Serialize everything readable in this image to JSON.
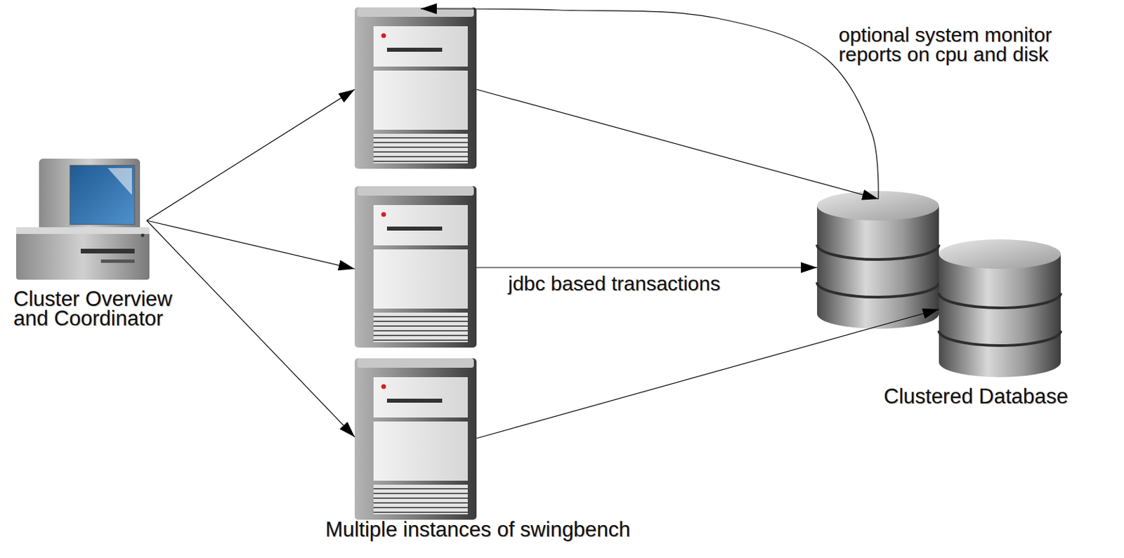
{
  "diagram": {
    "nodes": [
      {
        "text": [
          "Cluster Overview and Coordinator"
        ]
      },
      {
        "text": [
          "Multiple instances of swingbench"
        ]
      },
      {
        "text": [
          "Clustered Database"
        ]
      }
    ],
    "edges": [
      {
        "from": 0,
        "to": 1,
        "arrow": "to"
      },
      {
        "from": 0,
        "to": 1,
        "arrow": "to"
      },
      {
        "from": 0,
        "to": 1,
        "arrow": "to"
      },
      {
        "from": 1,
        "to": 2,
        "arrow": "to"
      },
      {
        "from": 1,
        "to": 2,
        "label": "jdbc based transactions",
        "arrow": "to"
      },
      {
        "from": 1,
        "to": 2,
        "arrow": "to"
      },
      {
        "from": 2,
        "to": 1,
        "label": "optional system monitor reports on cpu and disk",
        "arrow": "to"
      }
    ]
  }
}
